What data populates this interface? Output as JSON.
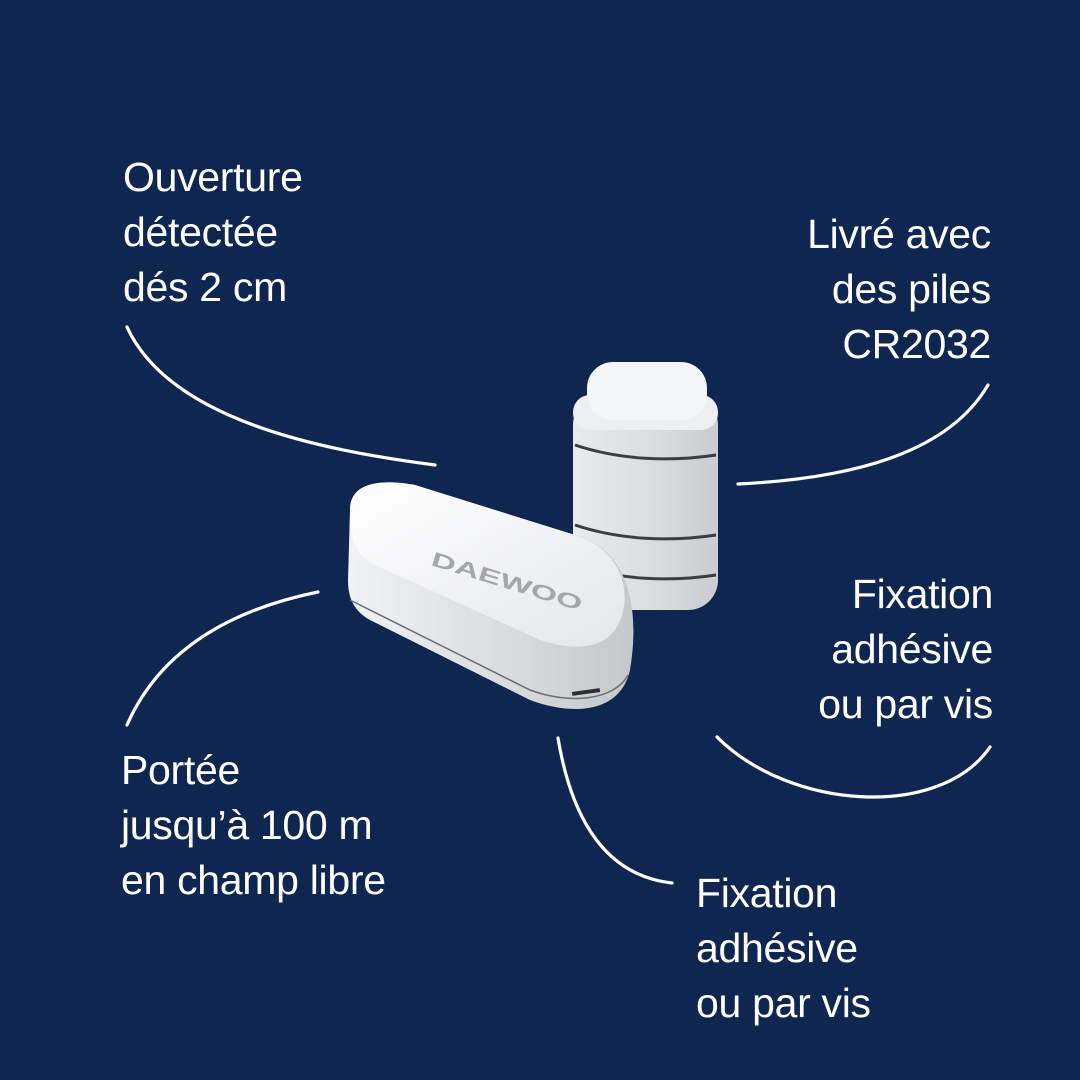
{
  "background_color": "#0f2750",
  "text_color": "#ffffff",
  "product": {
    "brand_logo": "DAEWOO",
    "description": "Door/window opening sensor with magnet"
  },
  "callouts": [
    {
      "id": "opening",
      "lines": [
        "Ouverture",
        "détectée",
        "dés 2 cm"
      ]
    },
    {
      "id": "battery",
      "lines": [
        "Livré avec",
        "des piles",
        "CR2032"
      ]
    },
    {
      "id": "fixing_right",
      "lines": [
        "Fixation",
        "adhésive",
        "ou par vis"
      ]
    },
    {
      "id": "range",
      "lines": [
        "Portée",
        "jusqu’à 100 m",
        "en champ libre"
      ]
    },
    {
      "id": "fixing_bottom",
      "lines": [
        "Fixation",
        "adhésive",
        "ou par vis"
      ]
    }
  ]
}
